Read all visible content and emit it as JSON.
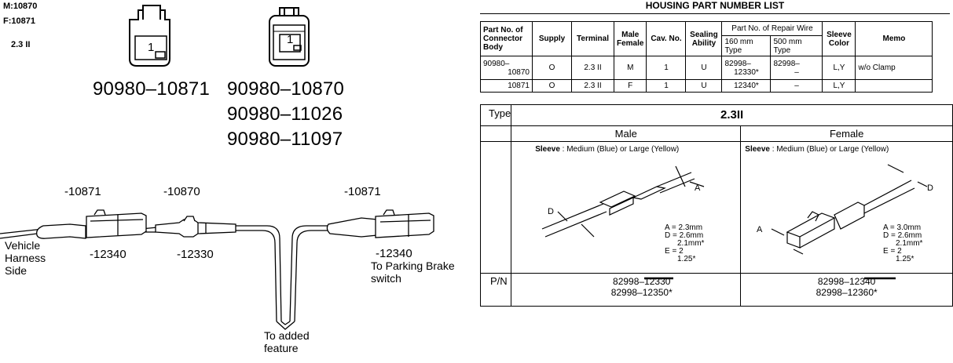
{
  "left": {
    "tags": {
      "m": "M:10870",
      "f": "F:10871",
      "size": "2.3 II"
    },
    "connector_left_pin": "1",
    "connector_right_pin": "1",
    "part_left": "90980–10871",
    "parts_right": [
      "90980–10870",
      "90980–11026",
      "90980–11097"
    ],
    "wire_labels": {
      "top1": "-10871",
      "top2": "-10870",
      "top3": "-10871",
      "bot1": "-12340",
      "bot2": "-12330",
      "bot3": "-12340"
    },
    "vehicle_harness": [
      "Vehicle",
      "Harness",
      "Side"
    ],
    "parking_brake": [
      "To Parking Brake",
      "switch"
    ],
    "added_feature": [
      "To added",
      "feature"
    ]
  },
  "housing": {
    "title": "HOUSING PART NUMBER LIST",
    "headers": {
      "part_no": [
        "Part No. of",
        "Connector",
        "Body"
      ],
      "supply": "Supply",
      "terminal": "Terminal",
      "male_female": [
        "Male",
        "Female"
      ],
      "cav_no": "Cav. No.",
      "sealing": [
        "Sealing",
        "Ability"
      ],
      "repair_wire": "Part No. of Repair Wire",
      "mm160": [
        "160 mm",
        "Type"
      ],
      "mm500": [
        "500 mm",
        "Type"
      ],
      "sleeve": [
        "Sleeve",
        "Color"
      ],
      "memo": "Memo"
    },
    "rows": [
      {
        "part": [
          "90980–",
          "10870"
        ],
        "supply": "O",
        "terminal": "2.3 II",
        "mf": "M",
        "cav": "1",
        "seal": "U",
        "w160": [
          "82998–",
          "12330*"
        ],
        "w500": [
          "82998–",
          "–"
        ],
        "sleeve": "L,Y",
        "memo": "w/o Clamp"
      },
      {
        "part": [
          "10871"
        ],
        "supply": "O",
        "terminal": "2.3 II",
        "mf": "F",
        "cav": "1",
        "seal": "U",
        "w160": [
          "12340*"
        ],
        "w500": [
          "–"
        ],
        "sleeve": "L,Y",
        "memo": ""
      }
    ]
  },
  "terminal": {
    "type_label": "Type",
    "type_value": "2.3II",
    "male": "Male",
    "female": "Female",
    "sleeve_word": "Sleeve",
    "sleeve_text": " : Medium (Blue) or Large (Yellow)",
    "male_dims": [
      "A = 2.3mm",
      "D = 2.6mm",
      "2.1mm*",
      "E = 2",
      "1.25*"
    ],
    "female_dims": [
      "A = 3.0mm",
      "D = 2.6mm",
      "2.1mm*",
      "E = 2",
      "1.25*"
    ],
    "letters": {
      "a": "A",
      "d": "D"
    },
    "pn_label": "P/N",
    "male_pn": [
      "82998–12330",
      "82998–12350*"
    ],
    "female_pn": [
      "82998–12340",
      "82998–12360*"
    ]
  }
}
